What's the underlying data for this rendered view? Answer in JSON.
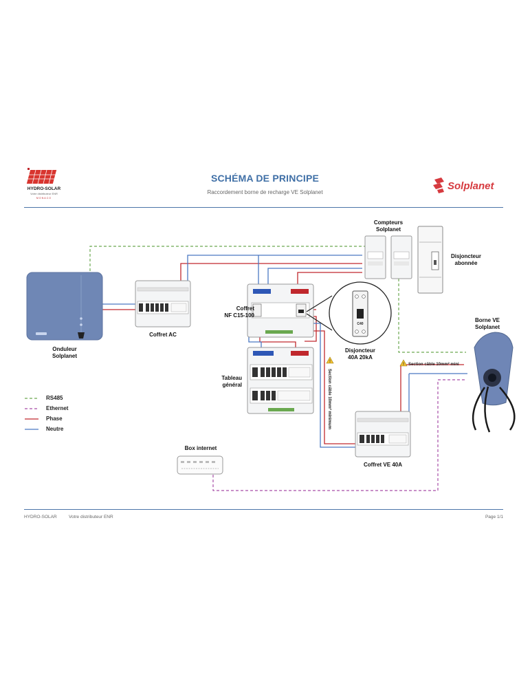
{
  "header": {
    "brand_name": "HYDRO-SOLAR",
    "brand_tagline": "Votre distributeur ENR",
    "brand_location": "MONACO",
    "title": "SCHÉMA DE PRINCIPE",
    "subtitle": "Raccordement borne de recharge VE Solplanet",
    "partner_logo": "Solplanet"
  },
  "components": {
    "inverter": [
      "Onduleur",
      "Solplanet"
    ],
    "coffret_ac": "Coffret AC",
    "coffret_nf": [
      "Coffret",
      "NF C15-100"
    ],
    "tableau": [
      "Tableau",
      "général"
    ],
    "compteurs": [
      "Compteurs",
      "Solplanet"
    ],
    "disjoncteur_abonnee": [
      "Disjoncteur",
      "abonnée"
    ],
    "disjoncteur_detail": [
      "Disjoncteur",
      "40A 20kA"
    ],
    "breaker_rating": "C40",
    "borne": [
      "Borne VE",
      "Solplanet"
    ],
    "coffret_ve": "Coffret VE 40A",
    "box_internet": "Box internet"
  },
  "notes": {
    "cable_vertical": "Section câble 10mm² minimum",
    "cable_horizontal": "Section câble 10mm² mini"
  },
  "legend": [
    {
      "label": "RS485",
      "color": "#6aa84f",
      "dash": "dashed"
    },
    {
      "label": "Ethernet",
      "color": "#a64ca6",
      "dash": "dashed"
    },
    {
      "label": "Phase",
      "color": "#c0282d",
      "dash": "solid"
    },
    {
      "label": "Neutre",
      "color": "#4a78c2",
      "dash": "solid"
    }
  ],
  "footer": {
    "company": "HYDRO-SOLAR",
    "tagline": "Votre distributeur ENR",
    "page": "Page 1/1"
  }
}
